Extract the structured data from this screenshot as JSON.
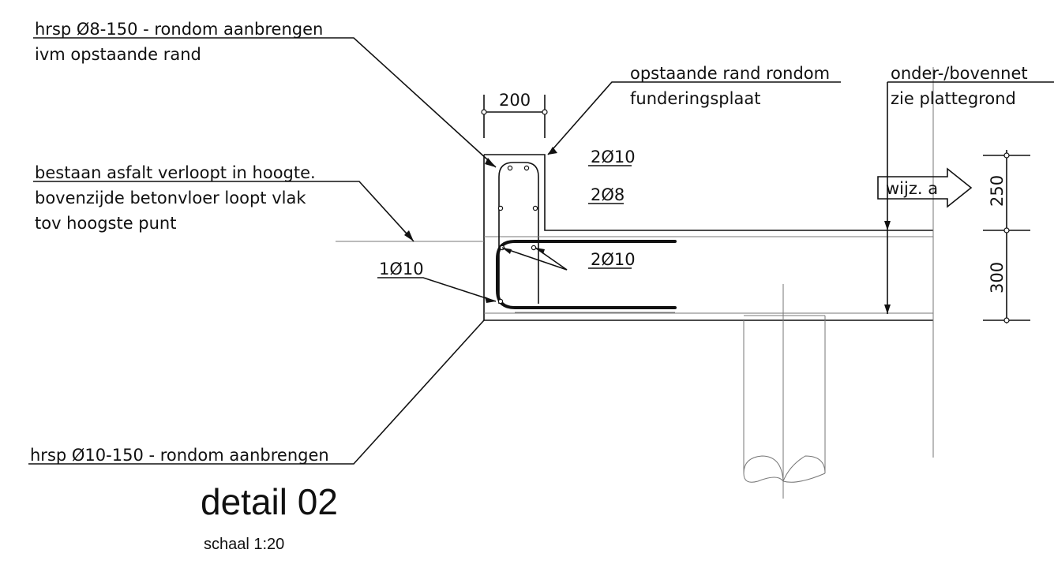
{
  "notes": {
    "top_left_1": "hrsp Ø8-150 - rondom aanbrengen",
    "top_left_2": "ivm opstaande rand",
    "edge_1": "opstaande rand rondom",
    "edge_2": "funderingsplaat",
    "net_1": "onder-/bovennet",
    "net_2": "zie plattegrond",
    "asphalt_1": "bestaan asfalt verloopt in hoogte.",
    "asphalt_2": "bovenzijde betonvloer loopt vlak",
    "asphalt_3": "tov hoogste punt",
    "bottom_left": "hrsp Ø10-150 - rondom aanbrengen"
  },
  "rebar_labels": {
    "top_bars": "2Ø10",
    "mid_bars": "2Ø8",
    "inner_bars": "2Ø10",
    "corner_bar": "1Ø10"
  },
  "dimensions": {
    "width": "200",
    "upper": "250",
    "lower": "300"
  },
  "revision_tag": "wijz. a",
  "title": "detail 02",
  "scale": "schaal 1:20"
}
